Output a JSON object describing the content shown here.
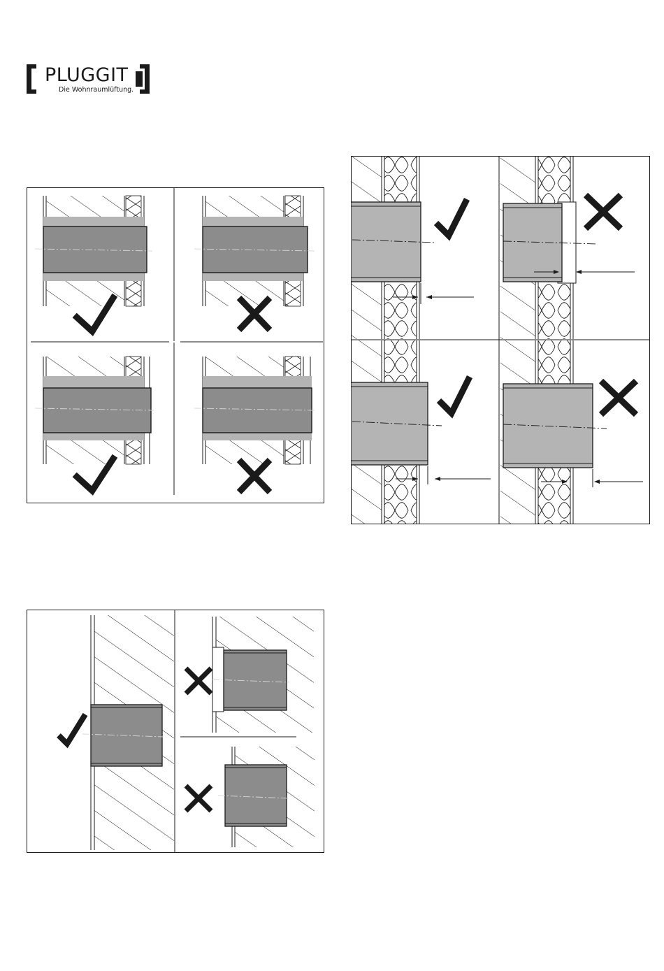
{
  "brand": {
    "name": "PLUGGIT",
    "tagline": "Die Wohnraumlüftung."
  },
  "colors": {
    "pipe_dark": "#8c8c8c",
    "pipe_light": "#b4b4b4",
    "pipe_mid": "#a3a3a3",
    "line": "#1a1a1a"
  },
  "figures": {
    "wall_panels": [
      {
        "mark": "check"
      },
      {
        "mark": "cross"
      },
      {
        "mark": "check"
      },
      {
        "mark": "cross"
      }
    ],
    "insulation_panels": [
      {
        "mark": "check"
      },
      {
        "mark": "cross"
      },
      {
        "mark": "check"
      },
      {
        "mark": "cross"
      }
    ],
    "flush_panels": [
      {
        "mark": "check"
      },
      {
        "mark": "cross"
      },
      {
        "mark": "cross"
      }
    ]
  }
}
